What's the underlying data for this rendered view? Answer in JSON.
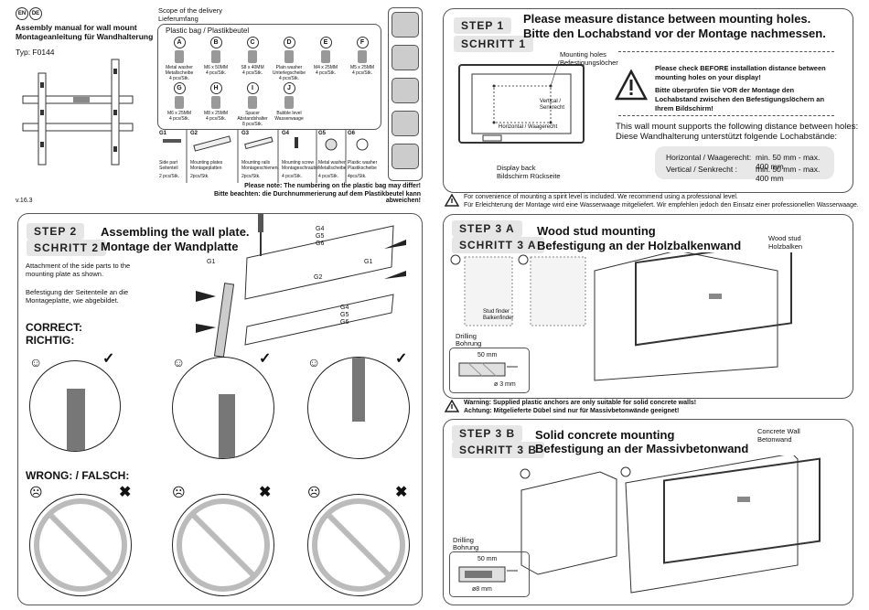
{
  "header": {
    "lang_en": "EN",
    "lang_de": "DE",
    "title_en": "Assembly manual for wall mount",
    "title_de": "Montageanleitung für Wandhalterung",
    "type": "Typ: F0144",
    "version": "v.16.3"
  },
  "scope": {
    "title_en": "Scope of the delivery",
    "title_de": "Lieferumfang",
    "bag_label": "Plastic bag / Plastikbeutel",
    "parts": [
      {
        "id": "A",
        "name": "Metal washer Metallscheibe",
        "qty": "4 pcs/Stk."
      },
      {
        "id": "B",
        "name": "M6 x 50MM",
        "qty": "4 pcs/Stk."
      },
      {
        "id": "C",
        "name": "S8 x 40MM",
        "qty": "4 pcs/Stk."
      },
      {
        "id": "D",
        "name": "Plain washer Unterlegscheibe",
        "qty": "4 pcs/Stk."
      },
      {
        "id": "E",
        "name": "M4 x 25MM",
        "qty": "4 pcs/Stk."
      },
      {
        "id": "F",
        "name": "M5 x 25MM",
        "qty": "4 pcs/Stk."
      },
      {
        "id": "G",
        "name": "M6 x 25MM",
        "qty": "4 pcs/Stk."
      },
      {
        "id": "H",
        "name": "M8 x 25MM",
        "qty": "4 pcs/Stk."
      },
      {
        "id": "I",
        "name": "Spacer Abstandshalter",
        "qty": "8 pcs/Stk."
      },
      {
        "id": "J",
        "name": "Bubble level Wasserwaage",
        "qty": ""
      }
    ],
    "lower_parts": [
      {
        "id": "G1",
        "name": "Side part Seitenteil",
        "qty": "2 pcs/Stk."
      },
      {
        "id": "G2",
        "name": "Mounting plates Montageplatten",
        "qty": "2pcs/Stk."
      },
      {
        "id": "G3",
        "name": "Mounting rails Montageschienen",
        "qty": "2pcs/Stk."
      },
      {
        "id": "G4",
        "name": "Mounting screw Montageschraube",
        "qty": "4 pcs/Stk."
      },
      {
        "id": "G5",
        "name": "Metal washer Metallscheibe",
        "qty": "4 pcs/Stk."
      },
      {
        "id": "G6",
        "name": "Plastic washer Plastikscheibe",
        "qty": "4pcs/Stk."
      }
    ],
    "note_en": "Please note: The numbering on the plastic bag may differ!",
    "note_de": "Bitte beachten: die Durchnummerierung auf dem Plastikbeutel kann abweichen!"
  },
  "step1": {
    "label_en": "STEP 1",
    "label_de": "SCHRITT 1",
    "title_en": "Please measure distance between mounting holes.",
    "title_de": "Bitte den Lochabstand vor der Montage nachmessen.",
    "holes_label": "Mounting holes",
    "holes_label_de": "Befestigungslöcher",
    "vertical": "Vertical / Senkrecht",
    "horizontal": "Horizontal / Waagerecht",
    "display_back": "Display back",
    "display_back_de": "Bildschirm Rückseite",
    "warn_en": "Please check BEFORE installation distance between mounting holes on your display!",
    "warn_de": "Bitte überprüfen Sie VOR der Montage den Lochabstand zwischen den Befestigungslöchern an Ihrem Bildschirm!",
    "support_en": "This wall mount supports the following distance between holes:",
    "support_de": "Diese Wandhalterung unterstützt folgende Lochabstände:",
    "h_label": "Horizontal / Waagerecht:",
    "h_range": "min. 50 mm  - max. 400 mm",
    "v_label": "Vertical / Senkrecht :",
    "v_range": "min. 50 mm  - max. 400 mm"
  },
  "spirit": {
    "en": "For convenience of mounting a spirit level is included. We recommend using a professional level.",
    "de": "Für Erleichterung der Montage wird eine Wasserwaage mitgeliefert. Wir empfehlen jedoch den Einsatz einer professionellen Wasserwaage."
  },
  "step2": {
    "label_en": "STEP 2",
    "label_de": "SCHRITT 2",
    "title_en": "Assembling the wall plate.",
    "title_de": "Montage der Wandplatte",
    "desc_en": "Attachment of the side parts to the mounting plate as shown.",
    "desc_de": "Befestigung der Seitenteile an die Montageplatte, wie abgebildet.",
    "correct": "CORRECT:",
    "correct_de": "RICHTIG:",
    "wrong": "WRONG: / FALSCH:",
    "callouts": [
      "G4",
      "G5",
      "G6",
      "G1",
      "G2",
      "G1",
      "G4",
      "G5",
      "G6"
    ]
  },
  "step3a": {
    "label_en": "STEP 3 A",
    "label_de": "SCHRITT 3 A",
    "title_en": "Wood stud mounting",
    "title_de": "Befestigung an der Holzbalkenwand",
    "wood_stud": "Wood stud",
    "wood_stud_de": "Holzbalken",
    "stud_finder": "Stud finder",
    "stud_finder_de": "Balkenfinder",
    "drilling": "Drilling",
    "drilling_de": "Bohrung",
    "depth": "50 mm",
    "diameter": "ø 3 mm",
    "warn_en": "Warning: Supplied plastic anchors are only suitable for solid concrete walls!",
    "warn_de": "Achtung: Mitgelieferte Dübel sind nur für Massivbetonwände geeignet!"
  },
  "step3b": {
    "label_en": "STEP 3 B",
    "label_de": "SCHRITT 3 B",
    "title_en": "Solid concrete mounting",
    "title_de": "Befestigung an der Massivbetonwand",
    "concrete": "Concrete Wall",
    "concrete_de": "Betonwand",
    "drilling": "Drilling",
    "drilling_de": "Bohrung",
    "depth": "50 mm",
    "diameter": "ø8  mm"
  }
}
